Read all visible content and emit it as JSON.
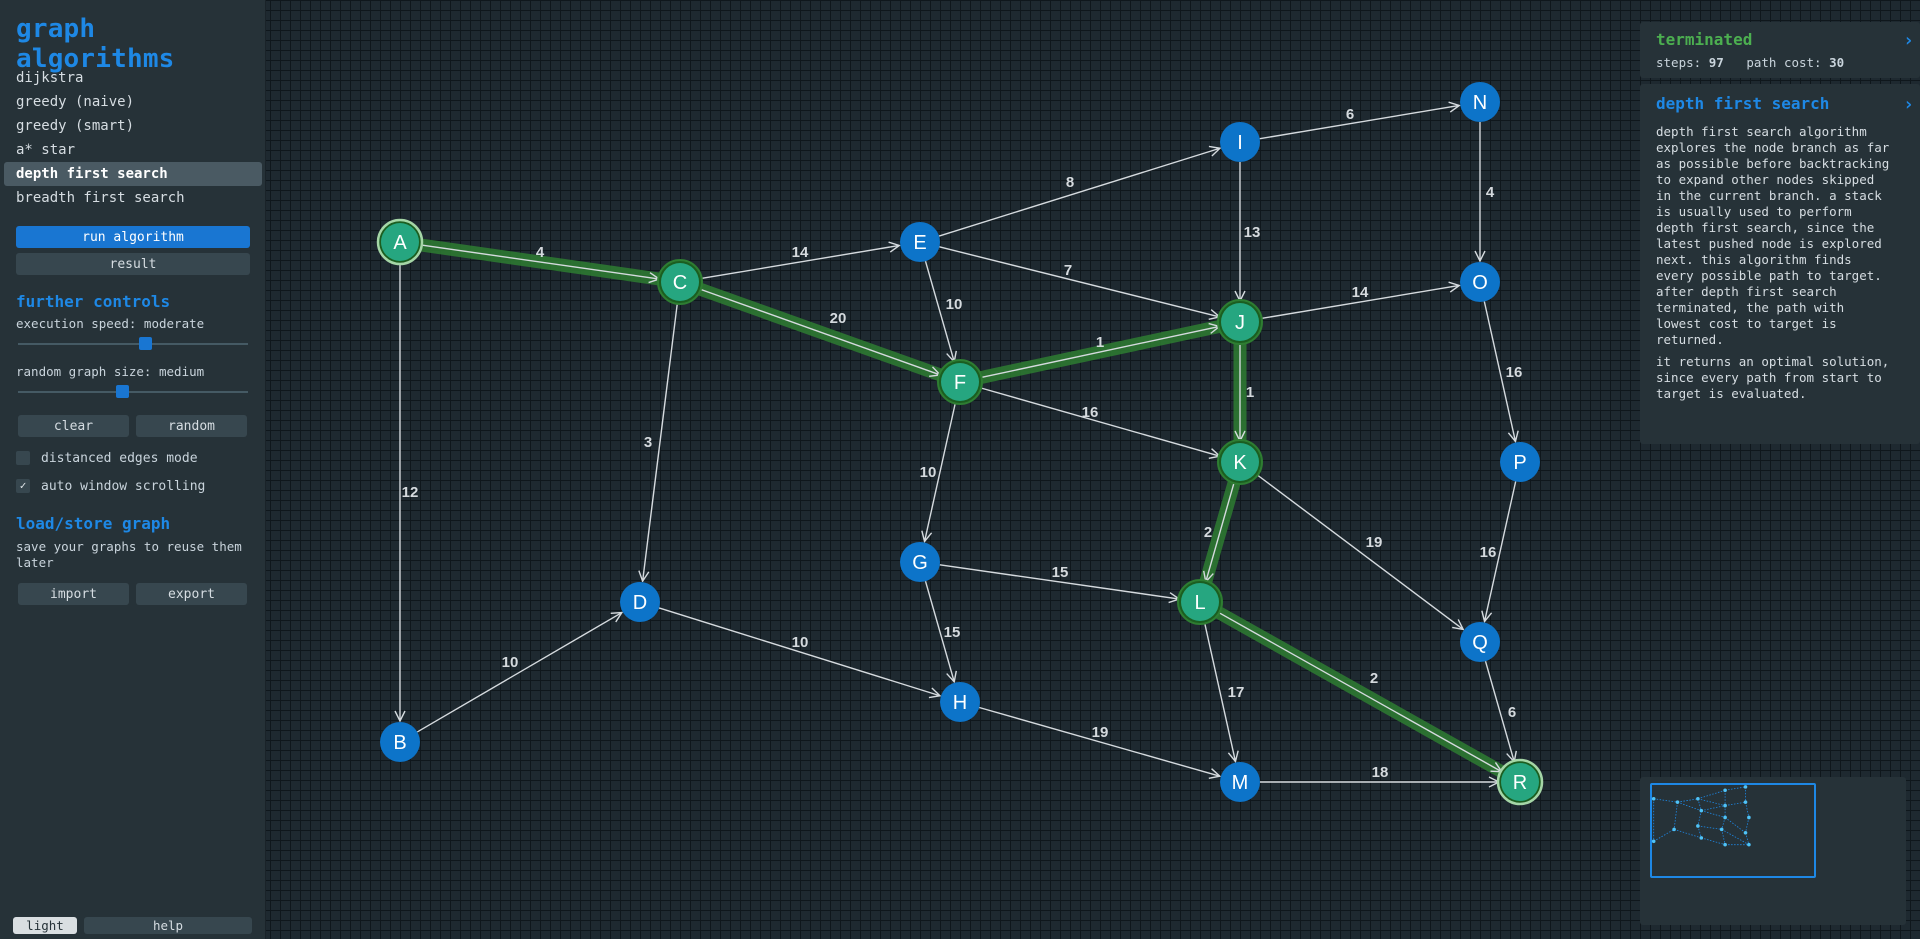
{
  "sidebar": {
    "title": "graph algorithms",
    "algorithms": [
      {
        "label": "dijkstra"
      },
      {
        "label": "greedy (naive)"
      },
      {
        "label": "greedy (smart)"
      },
      {
        "label": "a* star"
      },
      {
        "label": "depth first search"
      },
      {
        "label": "breadth first search"
      }
    ],
    "selected_algorithm": "depth first search",
    "run_label": "run algorithm",
    "result_label": "result",
    "further_controls_title": "further controls",
    "speed_label": "execution speed: moderate",
    "speed_level": 0.55,
    "size_label": "random graph size: medium",
    "size_level": 0.45,
    "clear_label": "clear",
    "random_label": "random",
    "distanced_label": "distanced edges mode",
    "distanced_checked": false,
    "autoscroll_label": "auto window scrolling",
    "autoscroll_checked": true,
    "load_store_title": "load/store graph",
    "load_store_desc": "save your graphs to reuse them later",
    "import_label": "import",
    "export_label": "export",
    "light_label": "light",
    "help_label": "help"
  },
  "status_panel": {
    "status": "terminated",
    "steps_label": "steps:",
    "steps_value": "97",
    "cost_label": "path cost:",
    "cost_value": "30"
  },
  "description_panel": {
    "title": "depth first search",
    "paragraph1": "depth first search algorithm explores the node branch as far as possible before backtracking to expand other nodes skipped in the current branch. a stack is usually used to perform depth first search, since the latest pushed node is explored next. this algorithm finds every possible path to target. after depth first search terminated, the path with lowest cost to target is returned.",
    "paragraph2": "it returns an optimal solution, since every path from start to target is evaluated."
  },
  "icons": {
    "panel_toggle": "chevron-right-icon",
    "check": "checkmark-icon"
  },
  "colors": {
    "accent": "#1e88e5",
    "node": "#0d74c9",
    "path_node": "#26a680",
    "path_highlight": "#2e7d32",
    "status": "#4caf50",
    "edge": "#d5dade"
  },
  "graph": {
    "start": "A",
    "target": "R",
    "nodes": [
      {
        "id": "A",
        "path": true
      },
      {
        "id": "B",
        "path": false
      },
      {
        "id": "C",
        "path": true
      },
      {
        "id": "D",
        "path": false
      },
      {
        "id": "E",
        "path": false
      },
      {
        "id": "F",
        "path": true
      },
      {
        "id": "G",
        "path": false
      },
      {
        "id": "H",
        "path": false
      },
      {
        "id": "I",
        "path": false
      },
      {
        "id": "J",
        "path": true
      },
      {
        "id": "K",
        "path": true
      },
      {
        "id": "L",
        "path": true
      },
      {
        "id": "M",
        "path": false
      },
      {
        "id": "N",
        "path": false
      },
      {
        "id": "O",
        "path": false
      },
      {
        "id": "P",
        "path": false
      },
      {
        "id": "Q",
        "path": false
      },
      {
        "id": "R",
        "path": true
      }
    ],
    "edges": [
      {
        "from": "A",
        "to": "C",
        "weight": "4",
        "path": true
      },
      {
        "from": "A",
        "to": "B",
        "weight": "12",
        "path": false
      },
      {
        "from": "B",
        "to": "D",
        "weight": "10",
        "path": false
      },
      {
        "from": "C",
        "to": "E",
        "weight": "14",
        "path": false
      },
      {
        "from": "C",
        "to": "F",
        "weight": "20",
        "path": true
      },
      {
        "from": "C",
        "to": "D",
        "weight": "3",
        "path": false
      },
      {
        "from": "D",
        "to": "H",
        "weight": "10",
        "path": false
      },
      {
        "from": "E",
        "to": "I",
        "weight": "8",
        "path": false
      },
      {
        "from": "E",
        "to": "J",
        "weight": "7",
        "path": false
      },
      {
        "from": "E",
        "to": "F",
        "weight": "10",
        "path": false
      },
      {
        "from": "F",
        "to": "J",
        "weight": "1",
        "path": true
      },
      {
        "from": "F",
        "to": "K",
        "weight": "16",
        "path": false
      },
      {
        "from": "F",
        "to": "G",
        "weight": "10",
        "path": false
      },
      {
        "from": "G",
        "to": "L",
        "weight": "15",
        "path": false
      },
      {
        "from": "G",
        "to": "H",
        "weight": "15",
        "path": false
      },
      {
        "from": "H",
        "to": "M",
        "weight": "19",
        "path": false
      },
      {
        "from": "I",
        "to": "N",
        "weight": "6",
        "path": false
      },
      {
        "from": "I",
        "to": "J",
        "weight": "13",
        "path": false
      },
      {
        "from": "J",
        "to": "O",
        "weight": "14",
        "path": false
      },
      {
        "from": "J",
        "to": "K",
        "weight": "1",
        "path": true
      },
      {
        "from": "K",
        "to": "L",
        "weight": "2",
        "path": true
      },
      {
        "from": "K",
        "to": "Q",
        "weight": "19",
        "path": false
      },
      {
        "from": "L",
        "to": "R",
        "weight": "2",
        "path": true
      },
      {
        "from": "L",
        "to": "M",
        "weight": "17",
        "path": false
      },
      {
        "from": "M",
        "to": "R",
        "weight": "18",
        "path": false
      },
      {
        "from": "N",
        "to": "O",
        "weight": "4",
        "path": false
      },
      {
        "from": "O",
        "to": "P",
        "weight": "16",
        "path": false
      },
      {
        "from": "P",
        "to": "Q",
        "weight": "16",
        "path": false
      },
      {
        "from": "Q",
        "to": "R",
        "weight": "6",
        "path": false
      }
    ]
  }
}
